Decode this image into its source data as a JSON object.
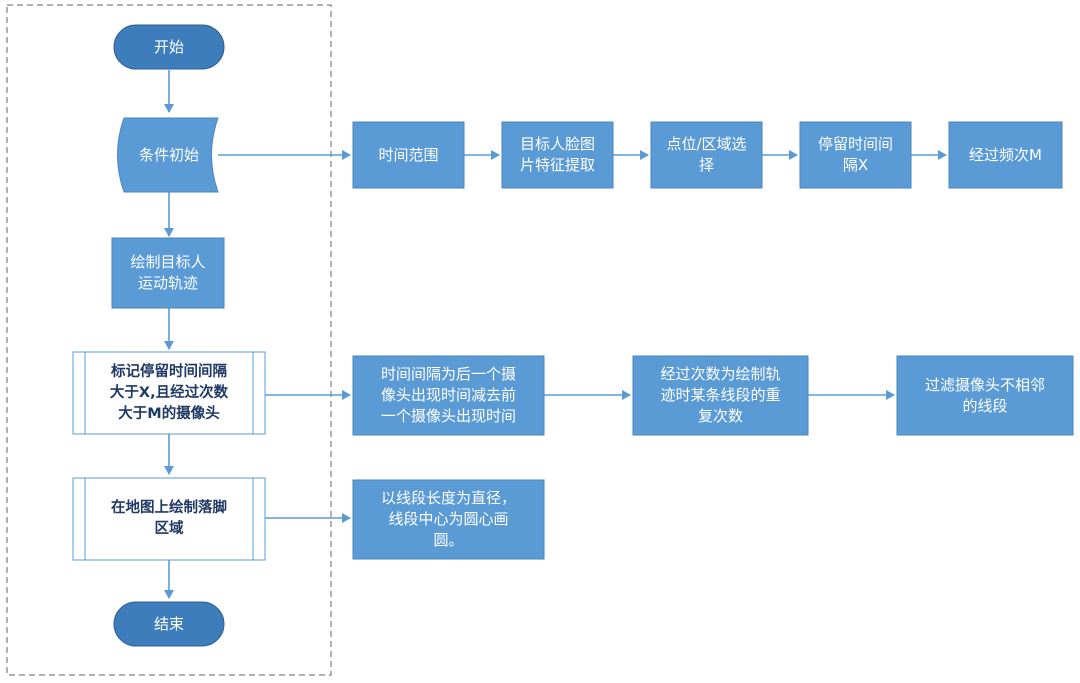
{
  "flowchart": {
    "start": "开始",
    "condition": "条件初始",
    "draw_trajectory": "绘制目标人\n运动轨迹",
    "mark_camera": "标记停留时间间隔\n大于X,且经过次数\n大于M的摄像头",
    "draw_area": "在地图上绘制落脚\n区域",
    "end": "结束"
  },
  "conditions": [
    "时间范围",
    "目标人脸图\n片特征提取",
    "点位/区域选\n择",
    "停留时间间\n隔X",
    "经过频次M"
  ],
  "mark_details": [
    "时间间隔为后一个摄\n像头出现时间减去前\n一个摄像头出现时间",
    "经过次数为绘制轨\n迹时某条线段的重\n复次数",
    "过滤摄像头不相邻\n的线段"
  ],
  "area_detail": "以线段长度为直径，\n线段中心为圆心画\n圆。"
}
